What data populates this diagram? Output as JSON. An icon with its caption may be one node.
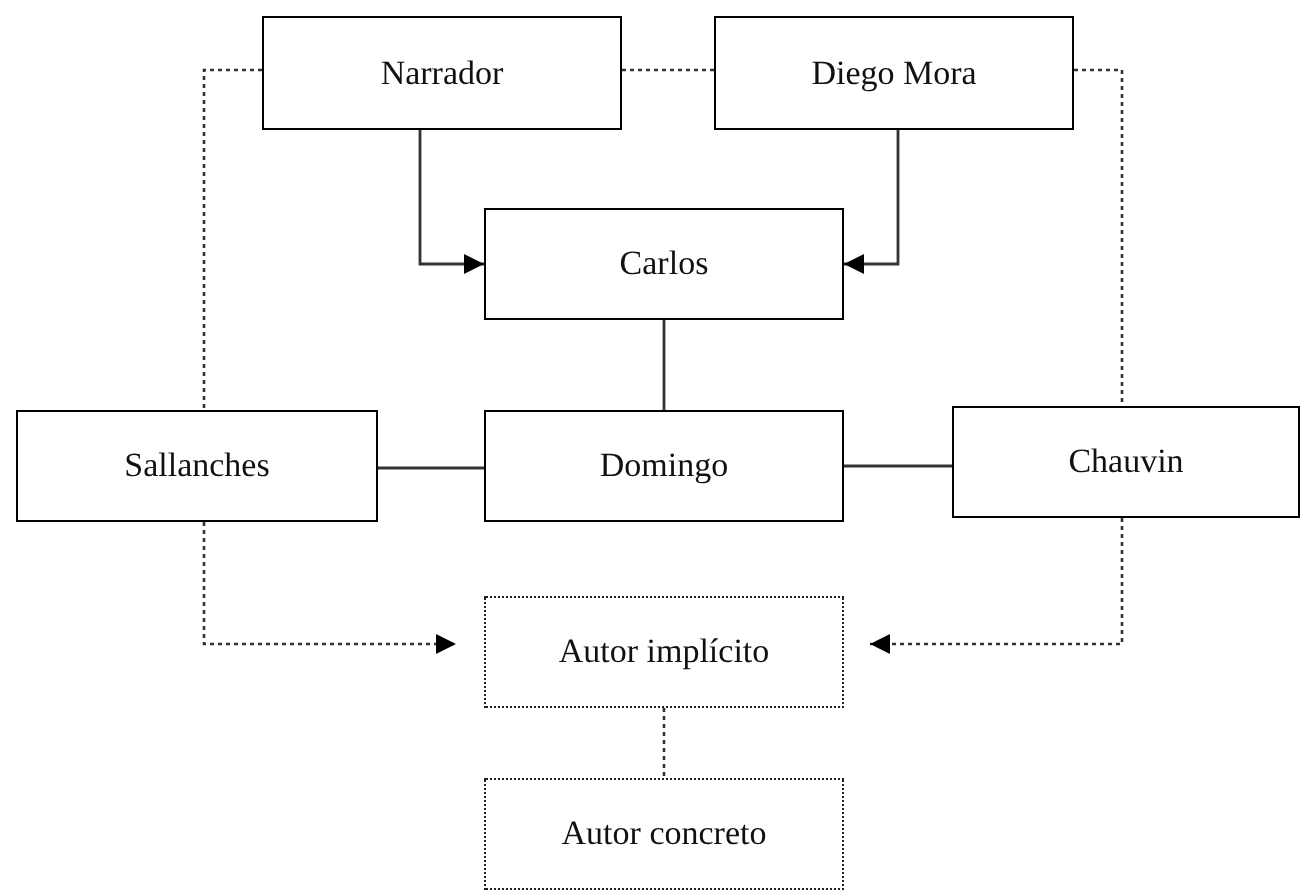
{
  "diagram": {
    "nodes": [
      {
        "text": [
          "Narrador"
        ]
      },
      {
        "text": [
          "Diego Mora"
        ]
      },
      {
        "text": [
          "Carlos"
        ]
      },
      {
        "text": [
          "Sallanches"
        ]
      },
      {
        "text": [
          "Domingo"
        ]
      },
      {
        "text": [
          "Chauvin"
        ]
      },
      {
        "text": [
          "Autor implícito"
        ]
      },
      {
        "text": [
          "Autor concreto"
        ]
      }
    ],
    "edges": [
      {
        "from": 0,
        "to": 2,
        "arrow": "to"
      },
      {
        "from": 1,
        "to": 2,
        "arrow": "to"
      },
      {
        "from": 2,
        "to": 4,
        "arrow": "none"
      },
      {
        "from": 3,
        "to": 4,
        "arrow": "none"
      },
      {
        "from": 4,
        "to": 5,
        "arrow": "none"
      },
      {
        "from": 0,
        "to": 1,
        "arrow": "none",
        "style": "dashed"
      },
      {
        "from": 0,
        "to": 3,
        "arrow": "none",
        "style": "dashed"
      },
      {
        "from": 1,
        "to": 5,
        "arrow": "none",
        "style": "dashed"
      },
      {
        "from": 3,
        "to": 6,
        "arrow": "to",
        "style": "dashed"
      },
      {
        "from": 5,
        "to": 6,
        "arrow": "to",
        "style": "dashed"
      },
      {
        "from": 6,
        "to": 7,
        "arrow": "none",
        "style": "dashed"
      }
    ]
  }
}
